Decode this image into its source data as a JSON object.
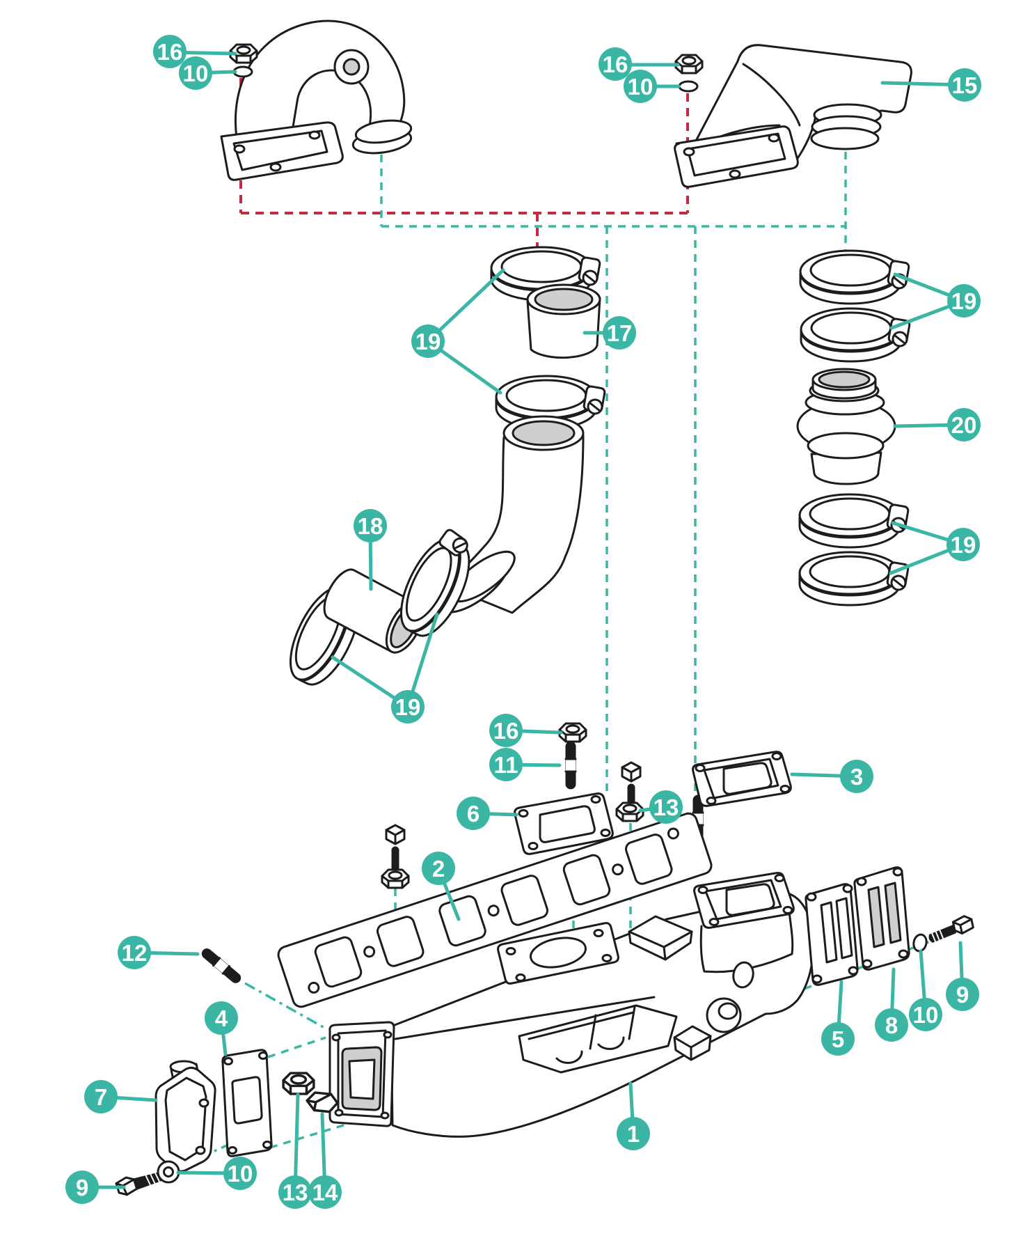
{
  "diagram": {
    "kind": "exploded-parts-diagram",
    "colors": {
      "accent": "#3bb6a4",
      "red": "#c32b44",
      "line": "#1c1c1c",
      "shade": "#cfcfcf",
      "bg": "#ffffff"
    },
    "callouts": [
      {
        "label": "16",
        "part": "hex-nut"
      },
      {
        "label": "10",
        "part": "o-ring"
      },
      {
        "label": "16",
        "part": "hex-nut"
      },
      {
        "label": "10",
        "part": "o-ring"
      },
      {
        "label": "15",
        "part": "exhaust-elbow"
      },
      {
        "label": "19",
        "part": "hose-clamp"
      },
      {
        "label": "17",
        "part": "connector-hose"
      },
      {
        "label": "19",
        "part": "hose-clamp"
      },
      {
        "label": "20",
        "part": "bellows-coupler"
      },
      {
        "label": "19",
        "part": "hose-clamp"
      },
      {
        "label": "18",
        "part": "connector-hose"
      },
      {
        "label": "19",
        "part": "hose-clamp"
      },
      {
        "label": "16",
        "part": "hex-nut"
      },
      {
        "label": "11",
        "part": "stud"
      },
      {
        "label": "6",
        "part": "riser-gasket"
      },
      {
        "label": "13",
        "part": "bolt-and-nut"
      },
      {
        "label": "3",
        "part": "riser-gasket"
      },
      {
        "label": "12",
        "part": "stud"
      },
      {
        "label": "2",
        "part": "manifold-gasket"
      },
      {
        "label": "4",
        "part": "end-gasket"
      },
      {
        "label": "7",
        "part": "end-cover"
      },
      {
        "label": "9",
        "part": "hex-bolt"
      },
      {
        "label": "10",
        "part": "washer"
      },
      {
        "label": "13",
        "part": "hex-nut"
      },
      {
        "label": "14",
        "part": "pipe-plug"
      },
      {
        "label": "5",
        "part": "end-gasket"
      },
      {
        "label": "8",
        "part": "end-plate"
      },
      {
        "label": "10",
        "part": "o-ring"
      },
      {
        "label": "9",
        "part": "hex-bolt"
      },
      {
        "label": "1",
        "part": "exhaust-manifold"
      }
    ]
  }
}
